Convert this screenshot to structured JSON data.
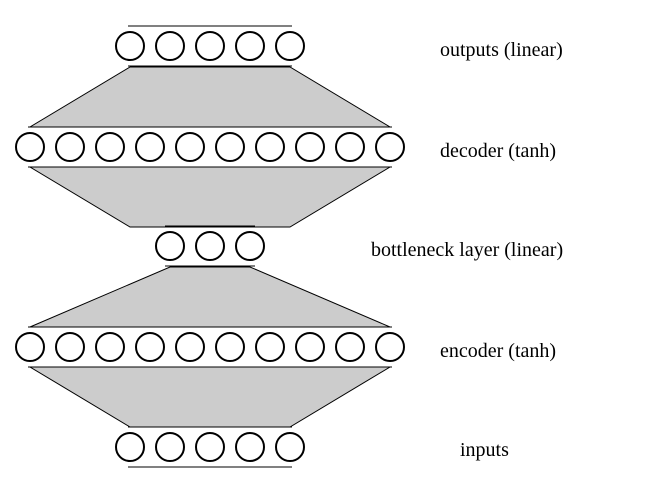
{
  "labels": {
    "outputs": "outputs (linear)",
    "decoder": "decoder (tanh)",
    "bottleneck": "bottleneck layer (linear)",
    "encoder": "encoder (tanh)",
    "inputs": "inputs"
  },
  "layers": [
    {
      "id": "outputs",
      "units": 5
    },
    {
      "id": "decoder",
      "units": 10
    },
    {
      "id": "bottleneck",
      "units": 3
    },
    {
      "id": "encoder",
      "units": 10
    },
    {
      "id": "inputs",
      "units": 5
    }
  ],
  "colors": {
    "connection_fill": "#cccccc",
    "stroke": "#000000",
    "node_fill": "#ffffff"
  }
}
